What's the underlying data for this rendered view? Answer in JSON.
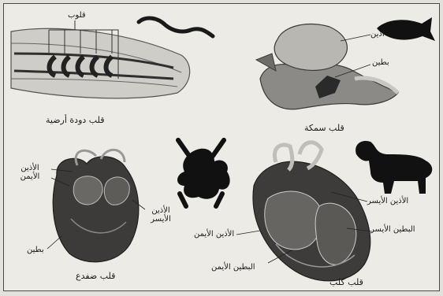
{
  "panels": {
    "earthworm": {
      "caption": "قلب دودة أرضية",
      "label_hearts": "قلوب"
    },
    "fish": {
      "caption": "قلب سمكة",
      "label_atrium": "أذين",
      "label_ventricle": "بطين"
    },
    "frog": {
      "caption": "قلب ضفدع",
      "label_right_atrium": "الأذين الأيمن",
      "label_left_atrium": "الأذين الأيسر",
      "label_ventricle": "بطين"
    },
    "dog": {
      "caption": "قلب كلب",
      "label_left_atrium": "الأذين الأيسر",
      "label_left_ventricle": "البطين الأيسر",
      "label_right_atrium": "الأذين الأيمن",
      "label_right_ventricle": "البطين الأيمن"
    }
  }
}
